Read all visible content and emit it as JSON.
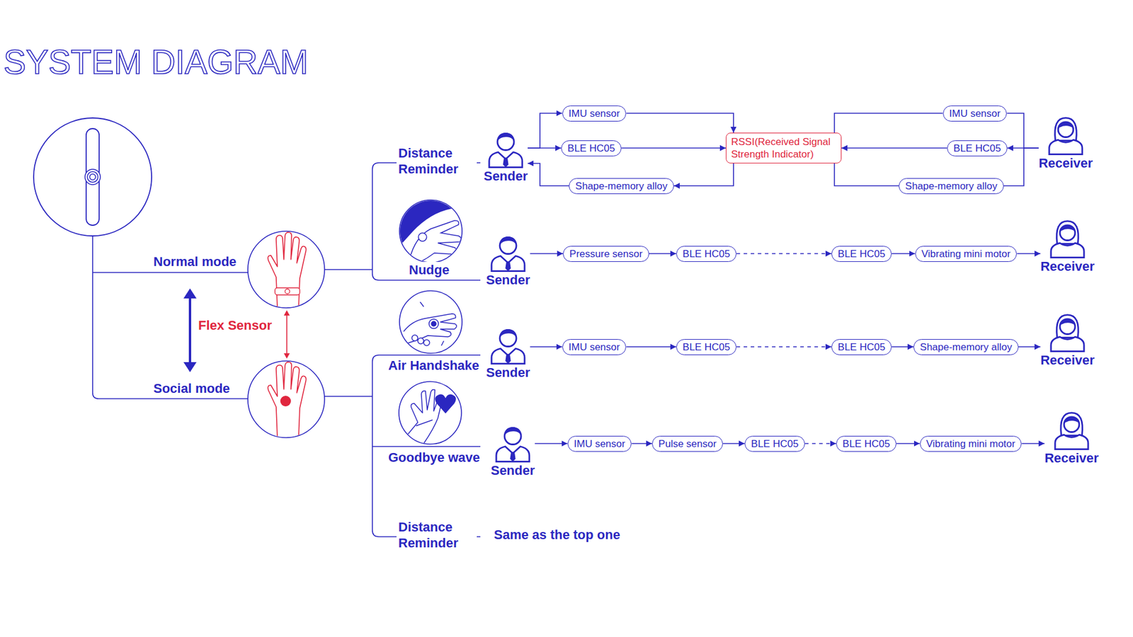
{
  "diagram": {
    "title": "SYSTEM DIAGRAM",
    "nodes": [
      {
        "text": [
          "Sender"
        ]
      },
      {
        "text": [
          "IMU sensor"
        ]
      },
      {
        "text": [
          "BLE HC05"
        ]
      },
      {
        "text": [
          "Shape-memory alloy"
        ]
      },
      {
        "text": [
          "RSSI(Received Signal Strength Indicator)"
        ]
      },
      {
        "text": [
          "IMU sensor"
        ]
      },
      {
        "text": [
          "BLE HC05"
        ]
      },
      {
        "text": [
          "Shape-memory alloy"
        ]
      },
      {
        "text": [
          "Receiver"
        ]
      },
      {
        "text": [
          "Sender"
        ]
      },
      {
        "text": [
          "Pressure sensor"
        ]
      },
      {
        "text": [
          "BLE HC05"
        ]
      },
      {
        "text": [
          "BLE HC05"
        ]
      },
      {
        "text": [
          "Vibrating mini motor"
        ]
      },
      {
        "text": [
          "Receiver"
        ]
      },
      {
        "text": [
          "Sender"
        ]
      },
      {
        "text": [
          "IMU sensor"
        ]
      },
      {
        "text": [
          "BLE HC05"
        ]
      },
      {
        "text": [
          "BLE HC05"
        ]
      },
      {
        "text": [
          "Shape-memory alloy"
        ]
      },
      {
        "text": [
          "Receiver"
        ]
      },
      {
        "text": [
          "Sender"
        ]
      },
      {
        "text": [
          "IMU sensor"
        ]
      },
      {
        "text": [
          "Pulse sensor"
        ]
      },
      {
        "text": [
          "BLE HC05"
        ]
      },
      {
        "text": [
          "BLE HC05"
        ]
      },
      {
        "text": [
          "Vibrating mini motor"
        ]
      },
      {
        "text": [
          "Receiver"
        ]
      }
    ],
    "edges": [
      {
        "from": 0,
        "to": 1,
        "arrow": "to"
      },
      {
        "from": 0,
        "to": 2,
        "arrow": "to"
      },
      {
        "from": 3,
        "to": 0,
        "arrow": "to"
      },
      {
        "from": 1,
        "to": 4,
        "arrow": "to"
      },
      {
        "from": 2,
        "to": 4,
        "arrow": "to"
      },
      {
        "from": 4,
        "to": 3,
        "arrow": "to"
      },
      {
        "from": 5,
        "to": 4,
        "arrow": "none"
      },
      {
        "from": 6,
        "to": 4,
        "arrow": "to"
      },
      {
        "from": 7,
        "to": 4,
        "arrow": "none"
      },
      {
        "from": 8,
        "to": 5,
        "arrow": "none"
      },
      {
        "from": 8,
        "to": 6,
        "arrow": "to"
      },
      {
        "from": 8,
        "to": 7,
        "arrow": "none"
      },
      {
        "from": 9,
        "to": 10,
        "arrow": "to"
      },
      {
        "from": 10,
        "to": 11,
        "arrow": "to"
      },
      {
        "from": 11,
        "to": 12,
        "arrow": "to"
      },
      {
        "from": 12,
        "to": 13,
        "arrow": "to"
      },
      {
        "from": 13,
        "to": 14,
        "arrow": "to"
      },
      {
        "from": 15,
        "to": 16,
        "arrow": "to"
      },
      {
        "from": 16,
        "to": 17,
        "arrow": "to"
      },
      {
        "from": 17,
        "to": 18,
        "arrow": "to"
      },
      {
        "from": 18,
        "to": 19,
        "arrow": "to"
      },
      {
        "from": 19,
        "to": 20,
        "arrow": "to"
      },
      {
        "from": 21,
        "to": 22,
        "arrow": "to"
      },
      {
        "from": 22,
        "to": 23,
        "arrow": "to"
      },
      {
        "from": 23,
        "to": 24,
        "arrow": "to"
      },
      {
        "from": 24,
        "to": 25,
        "arrow": "to"
      },
      {
        "from": 25,
        "to": 26,
        "arrow": "to"
      },
      {
        "from": 26,
        "to": 27,
        "arrow": "to"
      }
    ],
    "labels": [
      "Distance Reminder",
      "Normal mode",
      "Nudge",
      "Flex Sensor",
      "Air Handshake",
      "Social mode",
      "Goodbye wave",
      "Distance Reminder",
      "Same as the top one"
    ]
  }
}
